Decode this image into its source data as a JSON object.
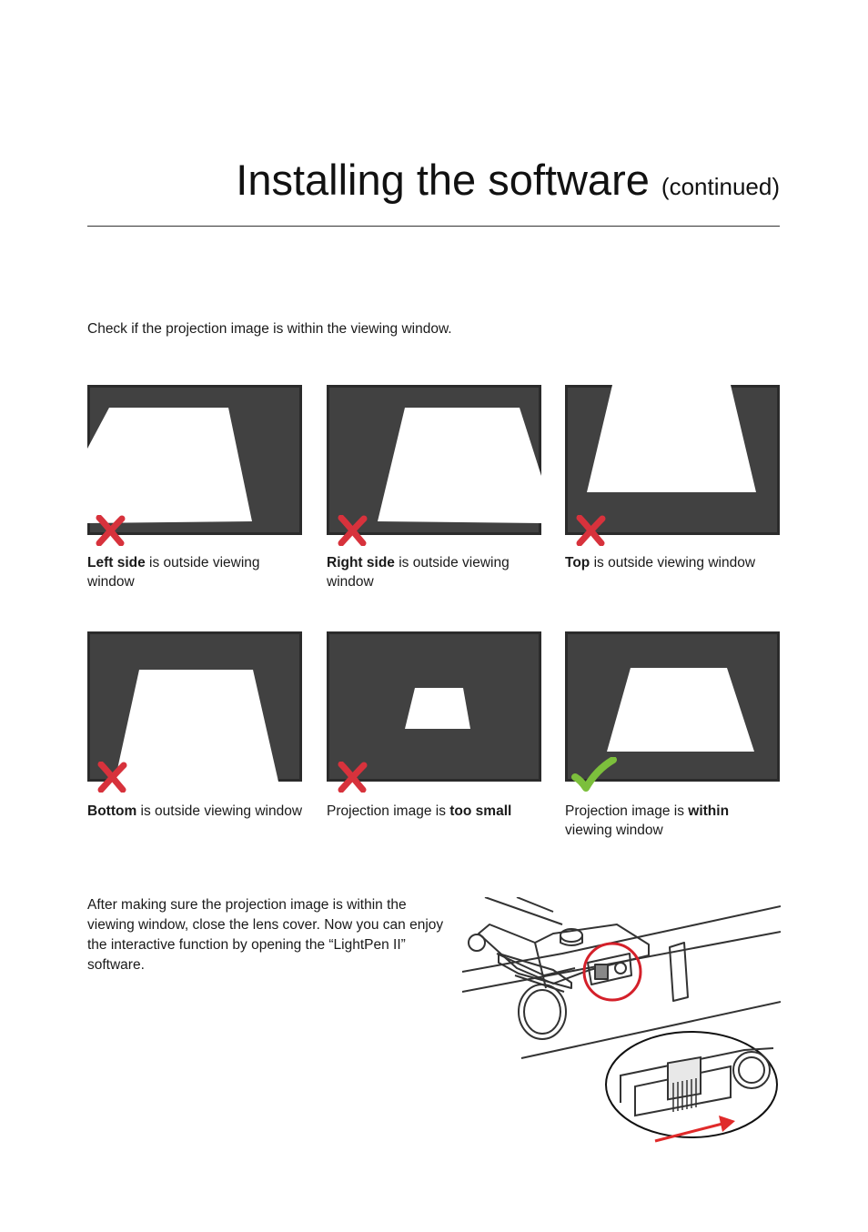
{
  "header": {
    "title": "Installing the software",
    "subtitle": "(continued)"
  },
  "intro": "Check if the projection image is within the viewing window.",
  "panels": [
    {
      "result": "incorrect",
      "caption_bold": "Left side",
      "caption_rest": " is outside viewing window",
      "caption_prefix": ""
    },
    {
      "result": "incorrect",
      "caption_bold": "Right side",
      "caption_rest": " is outside viewing window",
      "caption_prefix": ""
    },
    {
      "result": "incorrect",
      "caption_bold": "Top",
      "caption_rest": " is outside viewing window",
      "caption_prefix": ""
    },
    {
      "result": "incorrect",
      "caption_bold": "Bottom",
      "caption_rest": " is outside viewing window",
      "caption_prefix": ""
    },
    {
      "result": "incorrect",
      "caption_prefix": "Projection image is ",
      "caption_bold": "too small",
      "caption_rest": ""
    },
    {
      "result": "correct",
      "caption_prefix": "Projection image is ",
      "caption_bold": "within",
      "caption_rest": " viewing window"
    }
  ],
  "outro": "After making sure the projection image is within the viewing window, close the lens cover. Now you can enjoy the interactive function by opening the “LightPen II” software.",
  "colors": {
    "screen": "#414141",
    "frame": "#2b2b2b",
    "cross": "#d7323c",
    "check": "#7cbf3c",
    "highlight_circle": "#d4202a",
    "arrow": "#e02a2a"
  },
  "icons": {
    "incorrect": "red-cross-icon",
    "correct": "green-check-icon"
  }
}
